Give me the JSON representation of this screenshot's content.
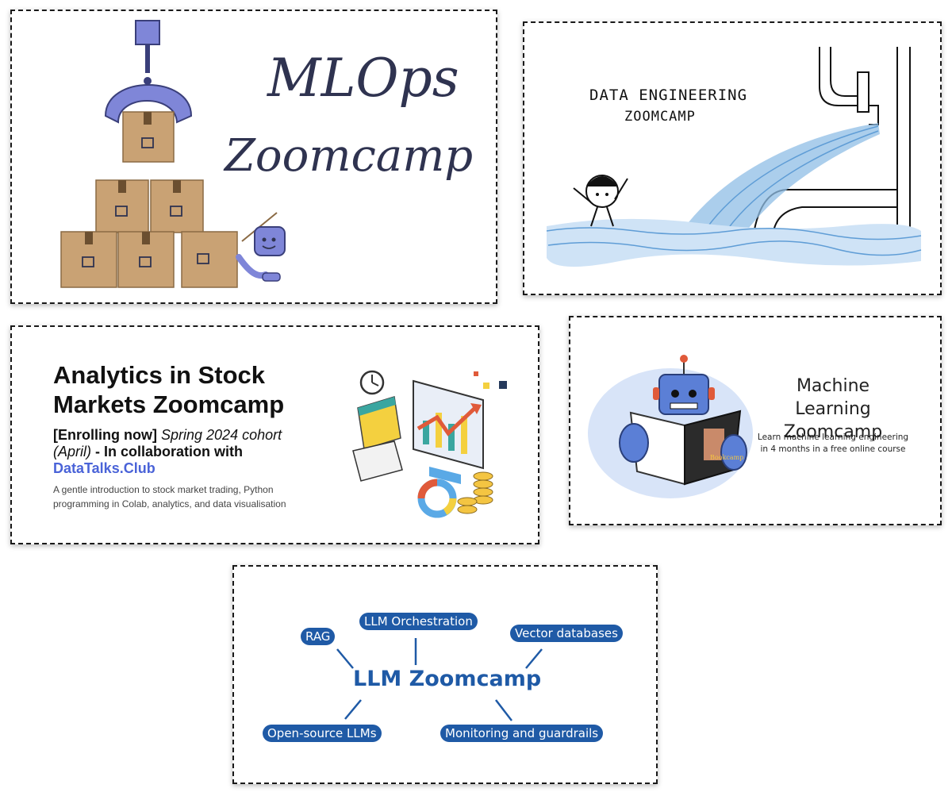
{
  "mlops": {
    "line1": "MLOps",
    "line2": "Zoomcamp"
  },
  "data_engineering": {
    "line1": "DATA ENGINEERING",
    "line2": "ZOOMCAMP"
  },
  "stock": {
    "title": "Analytics in Stock Markets Zoomcamp",
    "enrolling": "[Enrolling now]",
    "cohort": "Spring 2024 cohort (April)",
    "collab": "- In collaboration with",
    "partner": "DataTalks.Club",
    "description": "A gentle introduction to stock market trading, Python programming in Colab, analytics, and data visualisation"
  },
  "ml": {
    "title": "Machine Learning Zoomcamp",
    "subtitle": "Learn machine learning engineering in 4 months in a free online course",
    "book_label": "Bookcamp"
  },
  "llm": {
    "title": "LLM Zoomcamp",
    "topics": [
      "RAG",
      "LLM Orchestration",
      "Vector databases",
      "Open-source LLMs",
      "Monitoring and guardrails"
    ]
  },
  "colors": {
    "llm_blue": "#1f5aa6",
    "box_brown": "#c9a274",
    "robot_purple": "#7f86d8",
    "water_blue": "#8fbde6",
    "partner_link": "#4a63d8"
  }
}
